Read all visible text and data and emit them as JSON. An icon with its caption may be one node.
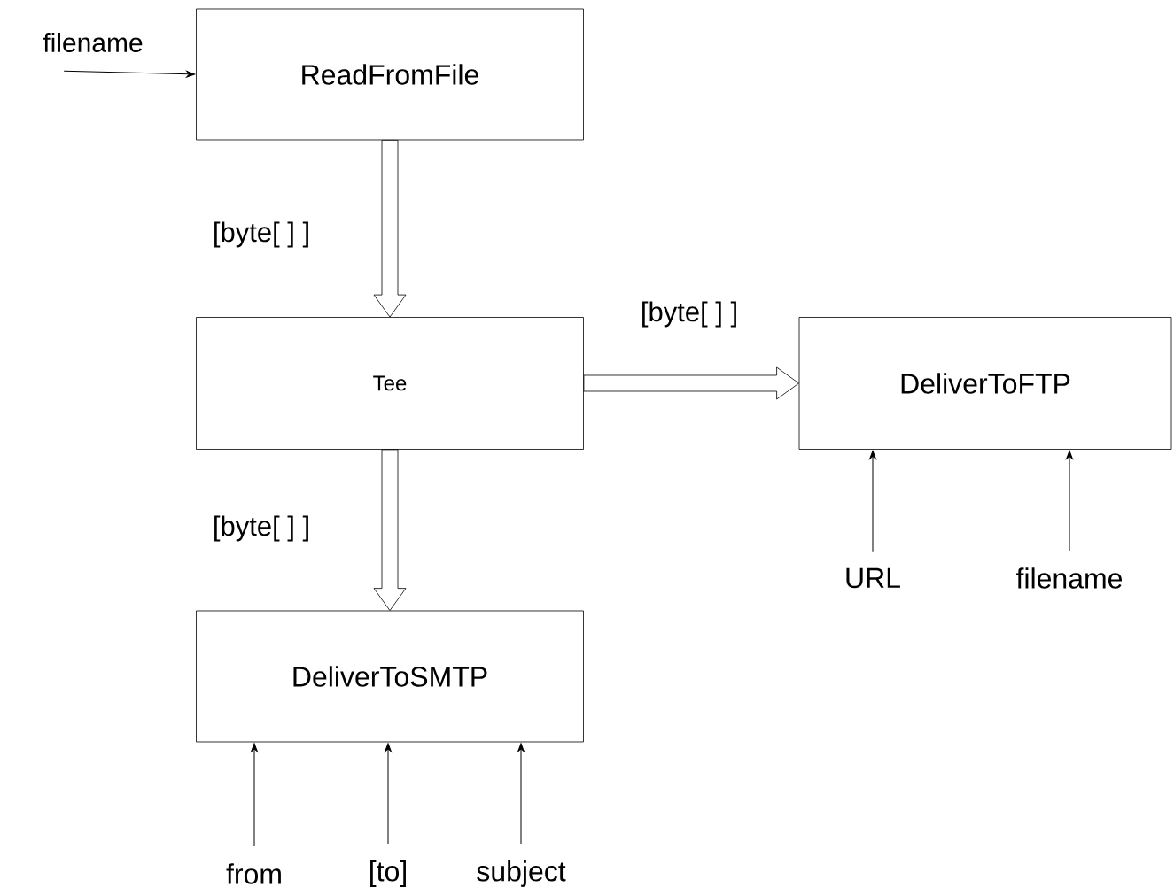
{
  "diagram": {
    "nodes": [
      {
        "text": [
          "filename"
        ]
      },
      {
        "text": [
          "ReadFromFile"
        ]
      },
      {
        "text": [
          "Tee"
        ]
      },
      {
        "text": [
          "DeliverToFTP"
        ]
      },
      {
        "text": [
          "DeliverToSMTP"
        ]
      },
      {
        "text": [
          "URL"
        ]
      },
      {
        "text": [
          "filename"
        ]
      },
      {
        "text": [
          "from"
        ]
      },
      {
        "text": [
          "[to]"
        ]
      },
      {
        "text": [
          "subject"
        ]
      }
    ],
    "edges": [
      {
        "from": 0,
        "to": 1,
        "arrow": "to"
      },
      {
        "from": 1,
        "to": 2,
        "arrow": "to",
        "label": "[byte[ ] ]",
        "style": "thick"
      },
      {
        "from": 2,
        "to": 3,
        "arrow": "to",
        "label": "[byte[ ] ]",
        "style": "thick"
      },
      {
        "from": 2,
        "to": 4,
        "arrow": "to",
        "label": "[byte[ ] ]",
        "style": "thick"
      },
      {
        "from": 5,
        "to": 3,
        "arrow": "to"
      },
      {
        "from": 6,
        "to": 3,
        "arrow": "to"
      },
      {
        "from": 7,
        "to": 4,
        "arrow": "to"
      },
      {
        "from": 8,
        "to": 4,
        "arrow": "to"
      },
      {
        "from": 9,
        "to": 4,
        "arrow": "to"
      }
    ]
  }
}
